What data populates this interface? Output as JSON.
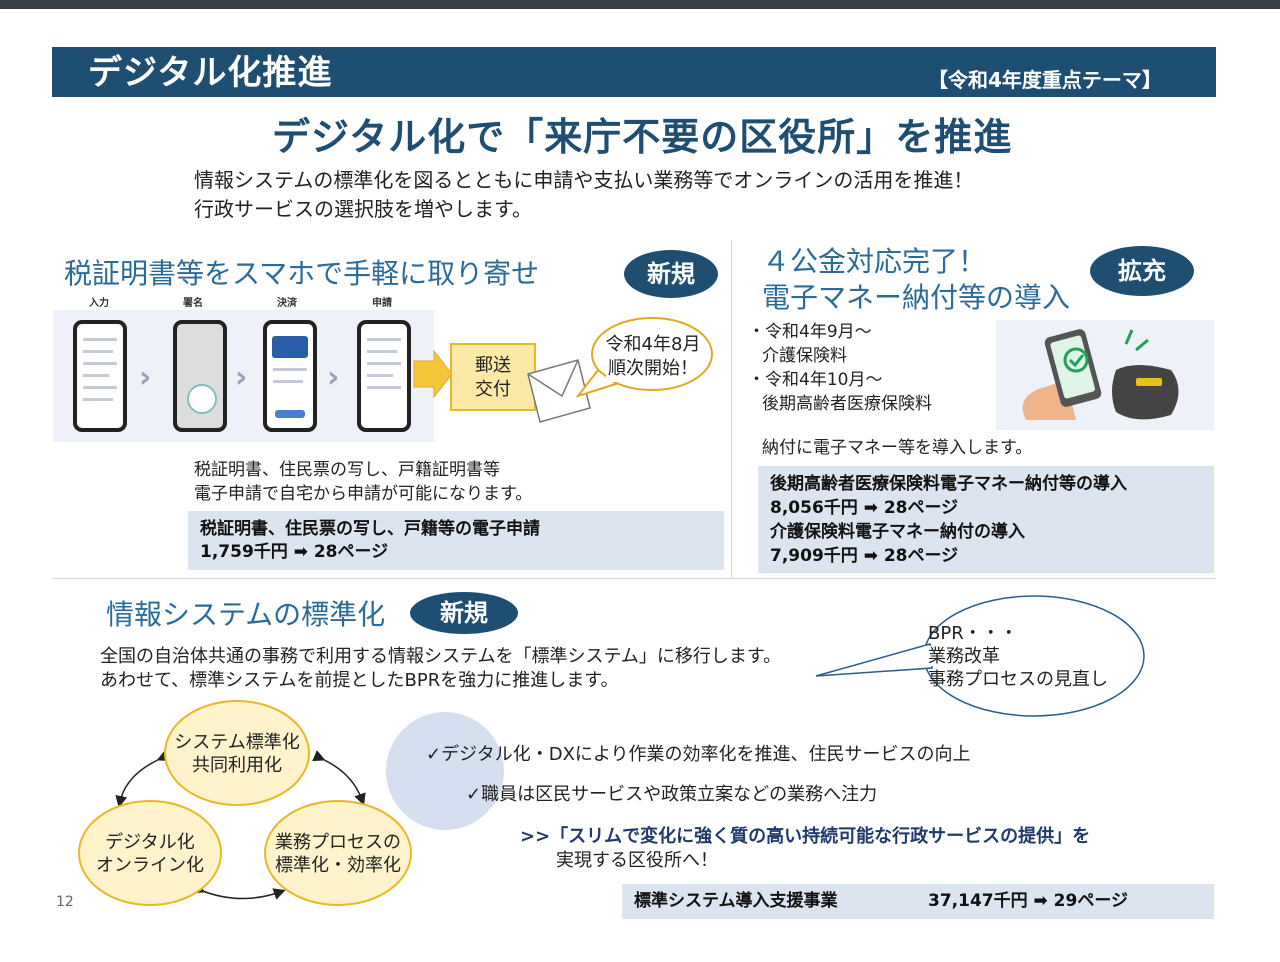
{
  "header": {
    "title": "デジタル化推進",
    "tag": "【令和4年度重点テーマ】"
  },
  "main_title": "デジタル化で「来庁不要の区役所」を推進",
  "intro": {
    "line1": "情報システムの標準化を図るとともに申請や支払い業務等でオンラインの活用を推進！",
    "line2": "行政サービスの選択肢を増やします。"
  },
  "tax": {
    "title": "税証明書等をスマホで手軽に取り寄せ",
    "badge": "新規",
    "steps": [
      "入力",
      "署名",
      "決済",
      "申請"
    ],
    "mail_box": [
      "郵送",
      "交付"
    ],
    "bubble": [
      "令和4年8月",
      "順次開始！"
    ],
    "desc1": "税証明書、住民票の写し、戸籍証明書等",
    "desc2": "電子申請で自宅から申請が可能になります。",
    "box_line1": "税証明書、住民票の写し、戸籍等の電子申請",
    "box_line2": "1,759千円 ➡ 28ページ"
  },
  "emoney": {
    "title1": "４公金対応完了！",
    "title2": "電子マネー納付等の導入",
    "badge": "拡充",
    "list": [
      "・令和4年9月～",
      "介護保険料",
      "・令和4年10月～",
      "後期高齢者医療保険料"
    ],
    "desc": "納付に電子マネー等を導入します。",
    "box_line1": "後期高齢者医療保険料電子マネー納付等の導入",
    "box_line2": "8,056千円 ➡ 28ページ",
    "box_line3": "介護保険料電子マネー納付の導入",
    "box_line4": "7,909千円 ➡ 28ページ"
  },
  "std": {
    "title": "情報システムの標準化",
    "badge": "新規",
    "desc1": "全国の自治体共通の事務で利用する情報システムを「標準システム」に移行します。",
    "desc2": "あわせて、標準システムを前提としたBPRを強力に推進します。",
    "bpr": [
      "BPR・・・",
      "業務改革",
      "事務プロセスの見直し"
    ],
    "circle_top": [
      "システム標準化",
      "共同利用化"
    ],
    "circle_left": [
      "デジタル化",
      "オンライン化"
    ],
    "circle_right": [
      "業務プロセスの",
      "標準化・効率化"
    ],
    "check1": "✓デジタル化・DXにより作業の効率化を推進、住民サービスの向上",
    "check2": "✓職員は区民サービスや政策立案などの業務へ注力",
    "goal1": ">>「スリムで変化に強く質の高い持続可能な行政サービスの提供」を",
    "goal2": "実現する区役所へ！",
    "box_name": "標準システム導入支援事業",
    "box_value": "37,147千円 ➡ 29ページ"
  },
  "page_number": "12",
  "colors": {
    "header_bg": "#1f4e73",
    "accent_blue": "#2a6b9a",
    "box_bg": "#dce4f0",
    "circle_fill": "#fef3cb",
    "circle_border": "#e8b923"
  }
}
